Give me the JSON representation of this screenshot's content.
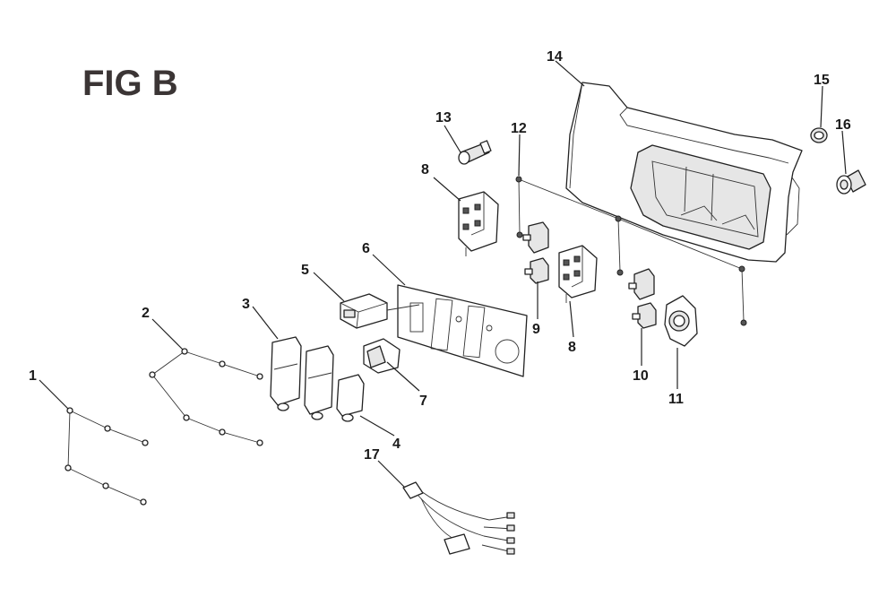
{
  "figure": {
    "title": "FIG B"
  },
  "callouts": [
    {
      "id": "1",
      "label": "1"
    },
    {
      "id": "2",
      "label": "2"
    },
    {
      "id": "3",
      "label": "3"
    },
    {
      "id": "4",
      "label": "4"
    },
    {
      "id": "5",
      "label": "5"
    },
    {
      "id": "6",
      "label": "6"
    },
    {
      "id": "7",
      "label": "7"
    },
    {
      "id": "8a",
      "label": "8"
    },
    {
      "id": "8b",
      "label": "8"
    },
    {
      "id": "9",
      "label": "9"
    },
    {
      "id": "10",
      "label": "10"
    },
    {
      "id": "11",
      "label": "11"
    },
    {
      "id": "12",
      "label": "12"
    },
    {
      "id": "13",
      "label": "13"
    },
    {
      "id": "14",
      "label": "14"
    },
    {
      "id": "15",
      "label": "15"
    },
    {
      "id": "16",
      "label": "16"
    },
    {
      "id": "17",
      "label": "17"
    }
  ],
  "colors": {
    "title": "#3b3535",
    "line": "#222222"
  }
}
